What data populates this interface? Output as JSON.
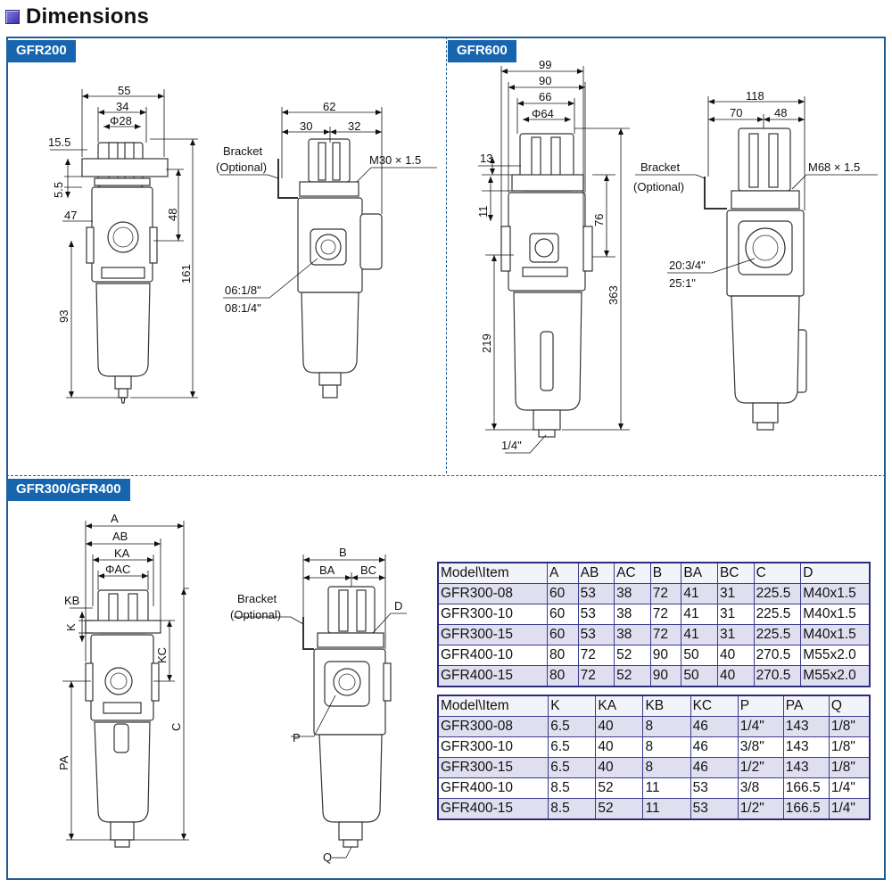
{
  "header": {
    "title": "Dimensions"
  },
  "sections": {
    "gfr200": "GFR200",
    "gfr600": "GFR600",
    "gfr300_400": "GFR300/GFR400"
  },
  "labels": {
    "gfr200_front": [
      "55",
      "34",
      "Φ28",
      "15.5",
      "5.5",
      "47",
      "48",
      "161",
      "93"
    ],
    "gfr200_side": [
      "62",
      "30",
      "32",
      "Bracket",
      "(Optional)",
      "M30 × 1.5",
      "06:1/8\"",
      "08:1/4\""
    ],
    "gfr600_front": [
      "99",
      "90",
      "66",
      "Φ64",
      "13",
      "11",
      "76",
      "363",
      "219",
      "1/4\""
    ],
    "gfr600_side": [
      "118",
      "70",
      "48",
      "Bracket",
      "(Optional)",
      "M68 × 1.5",
      "20:3/4\"",
      "25:1\""
    ],
    "gfr300_front": [
      "A",
      "AB",
      "KA",
      "ΦAC",
      "KB",
      "K",
      "KC",
      "C",
      "PA"
    ],
    "gfr300_side": [
      "B",
      "BA",
      "BC",
      "Bracket",
      "(Optional)",
      "D",
      "P",
      "Q"
    ]
  },
  "table1": {
    "header": [
      "Model\\Item",
      "A",
      "AB",
      "AC",
      "B",
      "BA",
      "BC",
      "C",
      "D"
    ],
    "rows": [
      [
        "GFR300-08",
        "60",
        "53",
        "38",
        "72",
        "41",
        "31",
        "225.5",
        "M40x1.5"
      ],
      [
        "GFR300-10",
        "60",
        "53",
        "38",
        "72",
        "41",
        "31",
        "225.5",
        "M40x1.5"
      ],
      [
        "GFR300-15",
        "60",
        "53",
        "38",
        "72",
        "41",
        "31",
        "225.5",
        "M40x1.5"
      ],
      [
        "GFR400-10",
        "80",
        "72",
        "52",
        "90",
        "50",
        "40",
        "270.5",
        "M55x2.0"
      ],
      [
        "GFR400-15",
        "80",
        "72",
        "52",
        "90",
        "50",
        "40",
        "270.5",
        "M55x2.0"
      ]
    ]
  },
  "table2": {
    "header": [
      "Model\\Item",
      "K",
      "KA",
      "KB",
      "KC",
      "P",
      "PA",
      "Q"
    ],
    "rows": [
      [
        "GFR300-08",
        "6.5",
        "40",
        "8",
        "46",
        "1/4\"",
        "143",
        "1/8\""
      ],
      [
        "GFR300-10",
        "6.5",
        "40",
        "8",
        "46",
        "3/8\"",
        "143",
        "1/8\""
      ],
      [
        "GFR300-15",
        "6.5",
        "40",
        "8",
        "46",
        "1/2\"",
        "143",
        "1/8\""
      ],
      [
        "GFR400-10",
        "8.5",
        "52",
        "11",
        "53",
        "3/8",
        "166.5",
        "1/4\""
      ],
      [
        "GFR400-15",
        "8.5",
        "52",
        "11",
        "53",
        "1/2\"",
        "166.5",
        "1/4\""
      ]
    ]
  }
}
